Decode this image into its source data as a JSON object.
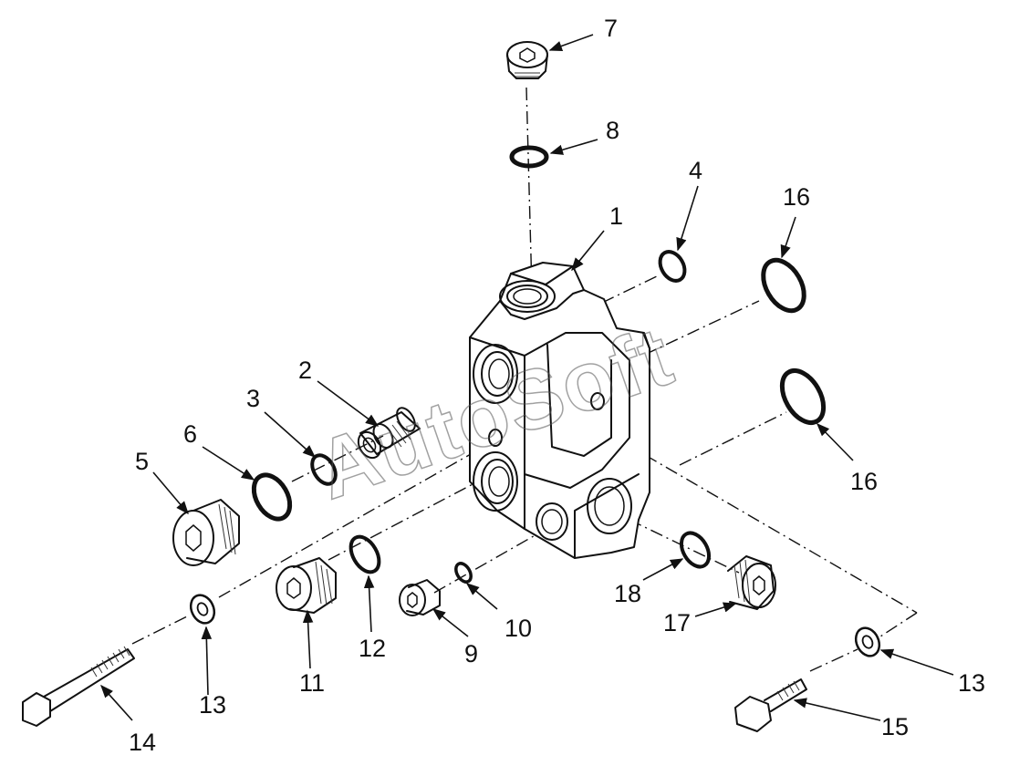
{
  "watermark": "AutoSoft",
  "callouts": {
    "c1": "1",
    "c2": "2",
    "c3": "3",
    "c4": "4",
    "c5": "5",
    "c6": "6",
    "c7": "7",
    "c8": "8",
    "c9": "9",
    "c10": "10",
    "c11": "11",
    "c12": "12",
    "c13a": "13",
    "c13b": "13",
    "c14": "14",
    "c15": "15",
    "c16a": "16",
    "c16b": "16",
    "c17": "17",
    "c18": "18"
  }
}
